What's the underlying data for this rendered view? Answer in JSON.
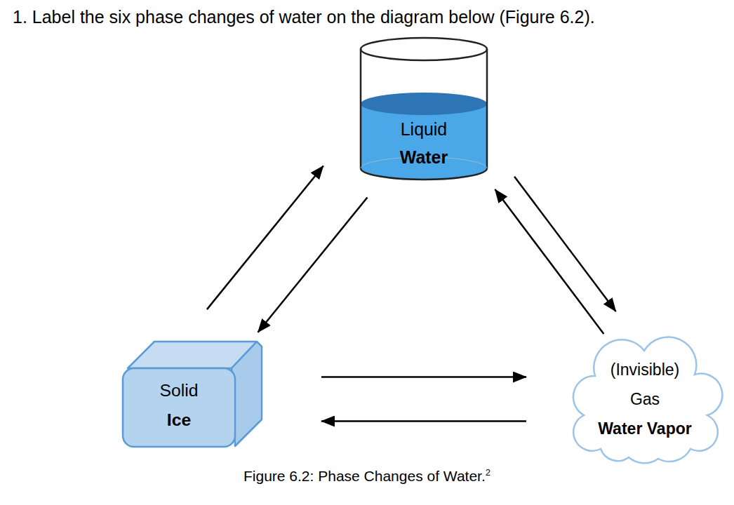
{
  "diagram": {
    "title": "1. Label the six phase changes of water on the diagram below (Figure 6.2).",
    "caption": "Figure 6.2: Phase Changes of Water.",
    "nodes": [
      {
        "text": [
          "Liquid",
          "Water"
        ]
      },
      {
        "text": [
          "Solid",
          "Ice"
        ]
      },
      {
        "text": [
          "(Invisible)",
          "Gas",
          "Water Vapor"
        ]
      }
    ],
    "edges": [
      {
        "from": 1,
        "to": 0,
        "arrow": "to"
      },
      {
        "from": 0,
        "to": 1,
        "arrow": "to"
      },
      {
        "from": 0,
        "to": 2,
        "arrow": "to"
      },
      {
        "from": 2,
        "to": 0,
        "arrow": "to"
      },
      {
        "from": 1,
        "to": 2,
        "arrow": "to"
      },
      {
        "from": 2,
        "to": 1,
        "arrow": "to"
      }
    ],
    "labels": [
      "2"
    ]
  }
}
